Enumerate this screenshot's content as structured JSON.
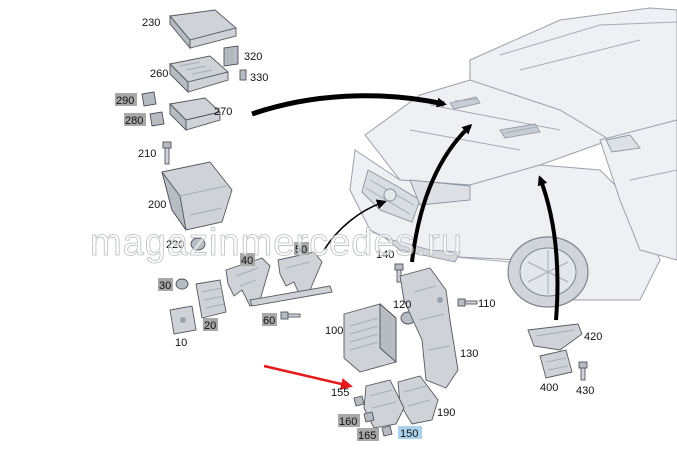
{
  "diagram": {
    "watermark": "magazinmercedes.ru",
    "colors": {
      "badge_gray": "#a8a8a8",
      "badge_blue": "#a9d3ec",
      "arrow_black": "#000000",
      "arrow_red": "#e41b1b",
      "part_fill": "#cfd3d8",
      "car_fill": "#eef0f3"
    },
    "callouts": [
      {
        "id": "230",
        "badge": "none"
      },
      {
        "id": "320",
        "badge": "none"
      },
      {
        "id": "260",
        "badge": "none"
      },
      {
        "id": "330",
        "badge": "none"
      },
      {
        "id": "290",
        "badge": "gray"
      },
      {
        "id": "270",
        "badge": "none"
      },
      {
        "id": "280",
        "badge": "gray"
      },
      {
        "id": "210",
        "badge": "none"
      },
      {
        "id": "200",
        "badge": "none"
      },
      {
        "id": "220",
        "badge": "none"
      },
      {
        "id": "40",
        "badge": "gray"
      },
      {
        "id": "50",
        "badge": "gray"
      },
      {
        "id": "140",
        "badge": "none"
      },
      {
        "id": "30",
        "badge": "gray"
      },
      {
        "id": "110",
        "badge": "none"
      },
      {
        "id": "120",
        "badge": "none"
      },
      {
        "id": "60",
        "badge": "gray"
      },
      {
        "id": "20",
        "badge": "gray"
      },
      {
        "id": "100",
        "badge": "none"
      },
      {
        "id": "10",
        "badge": "none"
      },
      {
        "id": "420",
        "badge": "none"
      },
      {
        "id": "130",
        "badge": "none"
      },
      {
        "id": "400",
        "badge": "none"
      },
      {
        "id": "430",
        "badge": "none"
      },
      {
        "id": "155",
        "badge": "none"
      },
      {
        "id": "190",
        "badge": "none"
      },
      {
        "id": "160",
        "badge": "gray"
      },
      {
        "id": "165",
        "badge": "gray"
      },
      {
        "id": "150",
        "badge": "blue"
      }
    ]
  }
}
